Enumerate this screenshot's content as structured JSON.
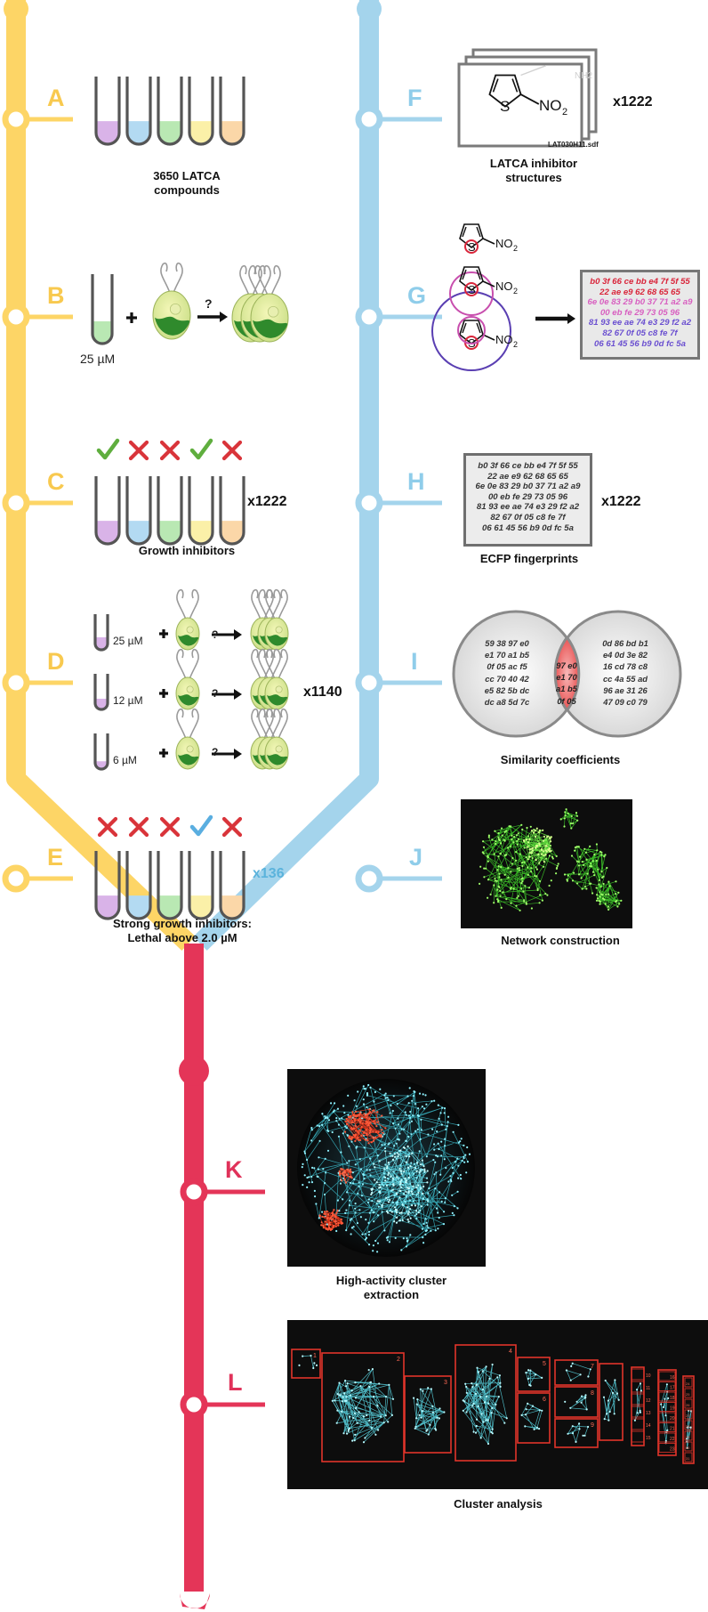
{
  "colors": {
    "yellow": "#fdd566",
    "yellow_label": "#f8c94f",
    "blue": "#a4d4ec",
    "blue_label": "#8fcdea",
    "red": "#e43558",
    "red_label": "#e0325a",
    "x136_text": "#5bb3dc",
    "check_green": "#5fae3e",
    "cross_red": "#d9343a",
    "check_blue": "#5aaee0",
    "fp_red": "#d9253a",
    "fp_pink": "#d85fc0",
    "fp_purple": "#6a4fd0",
    "panel_dark": "#0d0d0d"
  },
  "tube_fills": [
    "#d9b3e8",
    "#b3daf2",
    "#b9e8b3",
    "#fbf0a8",
    "#fbd7a8"
  ],
  "steps": {
    "A": {
      "letter": "A",
      "caption_line1": "3650 LATCA",
      "caption_line2": "compounds"
    },
    "B": {
      "letter": "B",
      "concentration": "25 µM",
      "question": "?"
    },
    "C": {
      "letter": "C",
      "caption": "Growth inhibitors",
      "multiplier": "x1222",
      "marks": [
        "check",
        "cross",
        "cross",
        "check",
        "cross"
      ]
    },
    "D": {
      "letter": "D",
      "multiplier": "x1140",
      "question": "?",
      "rows": [
        {
          "concentration": "25 µM"
        },
        {
          "concentration": "12 µM"
        },
        {
          "concentration": "6 µM"
        }
      ]
    },
    "E": {
      "letter": "E",
      "caption_line1": "Strong growth inhibitors:",
      "caption_line2": "Lethal above 2.0 µM",
      "multiplier": "x136",
      "marks": [
        "cross",
        "cross",
        "cross",
        "check",
        "cross"
      ]
    },
    "F": {
      "letter": "F",
      "caption_line1": "LATCA inhibitor",
      "caption_line2": "structures",
      "multiplier": "x1222",
      "file_name": "LAT030H11.sdf",
      "formula": "NO2",
      "atom": "S",
      "ghost_atom": "NH2"
    },
    "G": {
      "letter": "G",
      "formula": "NO2",
      "atom": "S",
      "fingerprint": [
        {
          "text": "b0 3f 66 ce bb e4 7f 5f 55",
          "color": "red"
        },
        {
          "text": "22 ae e9 62 68 65 65",
          "color": "red"
        },
        {
          "text": "6e 0e 83 29 b0 37 71 a2 a9",
          "color": "pink"
        },
        {
          "text": "00 eb fe 29 73 05 96",
          "color": "pink"
        },
        {
          "text": "81 93 ee ae 74 e3 29 f2 a2",
          "color": "purple"
        },
        {
          "text": "82 67 0f 05 c8 fe 7f",
          "color": "purple"
        },
        {
          "text": "06 61 45 56 b9 0d fc 5a",
          "color": "purple"
        }
      ]
    },
    "H": {
      "letter": "H",
      "caption": "ECFP fingerprints",
      "multiplier": "x1222",
      "fingerprint": [
        "b0 3f 66 ce bb e4 7f 5f 55",
        "22 ae e9 62 68 65 65",
        "6e 0e 83 29 b0 37 71 a2 a9",
        "00 eb fe 29 73 05 96",
        "81 93 ee ae 74 e3 29 f2 a2",
        "82 67 0f 05 c8 fe 7f",
        "06 61 45 56 b9 0d fc 5a"
      ]
    },
    "I": {
      "letter": "I",
      "caption": "Similarity coefficients",
      "left": [
        "59 38 97 e0",
        "e1 70 a1 b5",
        "0f 05 ac f5",
        "cc 70 40 42",
        "e5 82 5b dc",
        "dc a8 5d 7c"
      ],
      "middle": [
        "97 e0",
        "e1 70",
        "a1 b5",
        "0f 05"
      ],
      "right": [
        "0d 86 bd b1",
        "e4 0d 3e 82",
        "16 cd 78 c8",
        "cc 4a 55 ad",
        "96 ae 31 26",
        "47 09 c0 79"
      ]
    },
    "J": {
      "letter": "J",
      "caption": "Network construction"
    },
    "K": {
      "letter": "K",
      "caption_line1": "High-activity cluster",
      "caption_line2": "extraction"
    },
    "L": {
      "letter": "L",
      "caption": "Cluster analysis",
      "cluster_numbers": [
        "1",
        "2",
        "3",
        "4",
        "5",
        "6",
        "7",
        "8",
        "9",
        "10",
        "11",
        "12",
        "13",
        "14",
        "15",
        "16",
        "17",
        "18",
        "19",
        "20",
        "21",
        "22",
        "23",
        "24",
        "25",
        "26",
        "27",
        "28",
        "29",
        "30",
        "31"
      ]
    }
  }
}
